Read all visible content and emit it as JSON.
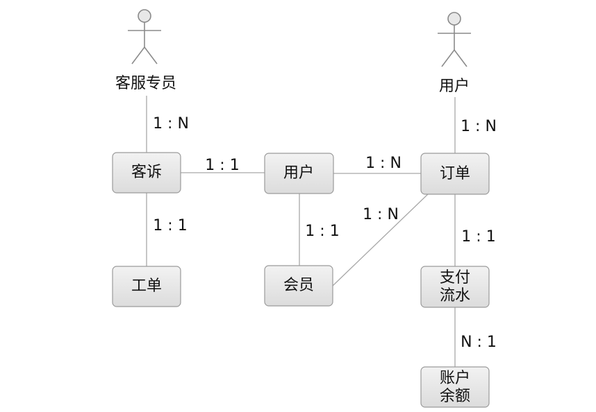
{
  "actors": {
    "service_agent": "客服专员",
    "user": "用户"
  },
  "entities": {
    "complaint": [
      "客诉"
    ],
    "user": [
      "用户"
    ],
    "order": [
      "订单"
    ],
    "work_order": [
      "工单"
    ],
    "member": [
      "会员"
    ],
    "payment_flow": [
      "支付",
      "流水"
    ],
    "account_balance": [
      "账户",
      "余额"
    ]
  },
  "relations": {
    "service_agent_complaint": "1 : N",
    "user_actor_order": "1 : N",
    "complaint_user": "1 : 1",
    "user_order": "1 : N",
    "complaint_work_order": "1 : 1",
    "user_member": "1 : 1",
    "member_order": "1 : N",
    "order_payment_flow": "1 : 1",
    "payment_flow_account_balance": "N : 1"
  }
}
